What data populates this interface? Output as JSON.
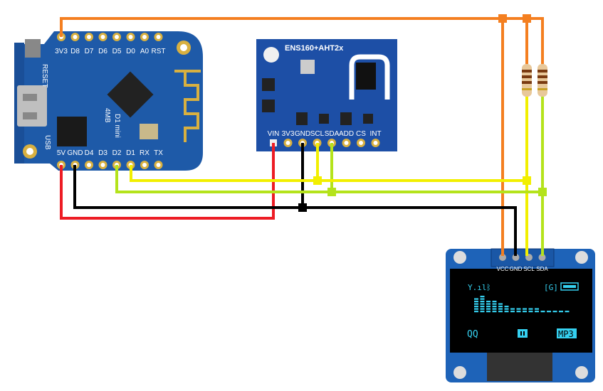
{
  "wemos": {
    "top_pins": [
      "3V3",
      "D8",
      "D7",
      "D6",
      "D5",
      "D0",
      "A0",
      "RST"
    ],
    "bottom_pins": [
      "5V",
      "GND",
      "D4",
      "D3",
      "D2",
      "D1",
      "RX",
      "TX"
    ],
    "labels": {
      "reset": "RESET",
      "usb": "USB",
      "flash": "4MB",
      "model": "D1 mini"
    }
  },
  "sensor": {
    "title": "ENS160+AHT2x",
    "pins": [
      "VIN",
      "3V3",
      "GND",
      "SCL",
      "SDA",
      "ADD",
      "CS",
      "INT"
    ]
  },
  "oled": {
    "pins": [
      "VCC",
      "GND",
      "SCL",
      "SDA"
    ],
    "screen": {
      "left_label": "QQ",
      "right_label": "MP3"
    },
    "equalizer_levels": [
      5,
      6,
      4,
      4,
      3,
      2,
      1,
      1,
      1,
      1,
      1,
      0,
      0,
      0,
      0,
      0
    ]
  },
  "wires": {
    "colors": {
      "power_3v3": "#f47f20",
      "ground": "#000000",
      "power_5v": "#ed1c24",
      "scl": "#f2ef00",
      "sda": "#b4e31b"
    }
  }
}
